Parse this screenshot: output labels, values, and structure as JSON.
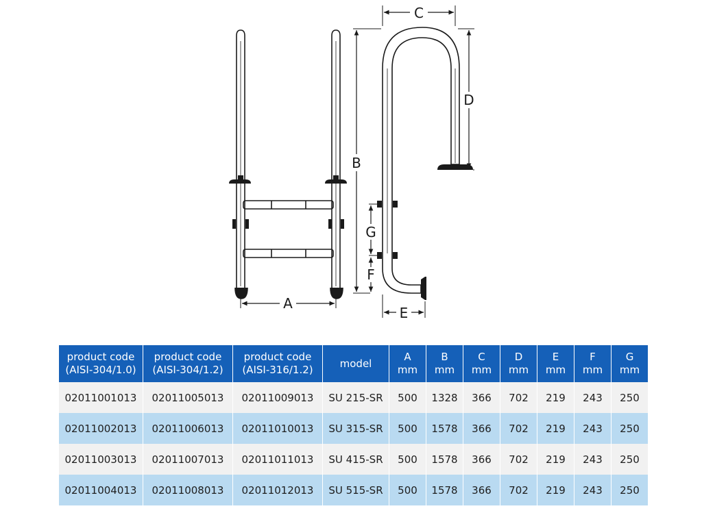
{
  "diagram": {
    "labels": {
      "a": "A",
      "b": "B",
      "c": "C",
      "d": "D",
      "e": "E",
      "f": "F",
      "g": "G"
    }
  },
  "table": {
    "headers": [
      [
        "product code",
        "(AISI-304/1.0)"
      ],
      [
        "product code",
        "(AISI-304/1.2)"
      ],
      [
        "product code",
        "(AISI-316/1.2)"
      ],
      [
        "model",
        ""
      ],
      [
        "A",
        "mm"
      ],
      [
        "B",
        "mm"
      ],
      [
        "C",
        "mm"
      ],
      [
        "D",
        "mm"
      ],
      [
        "E",
        "mm"
      ],
      [
        "F",
        "mm"
      ],
      [
        "G",
        "mm"
      ]
    ],
    "rows": [
      [
        "02011001013",
        "02011005013",
        "02011009013",
        "SU 215-SR",
        "500",
        "1328",
        "366",
        "702",
        "219",
        "243",
        "250"
      ],
      [
        "02011002013",
        "02011006013",
        "02011010013",
        "SU 315-SR",
        "500",
        "1578",
        "366",
        "702",
        "219",
        "243",
        "250"
      ],
      [
        "02011003013",
        "02011007013",
        "02011011013",
        "SU 415-SR",
        "500",
        "1578",
        "366",
        "702",
        "219",
        "243",
        "250"
      ],
      [
        "02011004013",
        "02011008013",
        "02011012013",
        "SU 515-SR",
        "500",
        "1578",
        "366",
        "702",
        "219",
        "243",
        "250"
      ]
    ]
  },
  "colors": {
    "header_bg": "#1560b8",
    "row_odd_bg": "#f1f1f1",
    "row_even_bg": "#b9daf1"
  }
}
